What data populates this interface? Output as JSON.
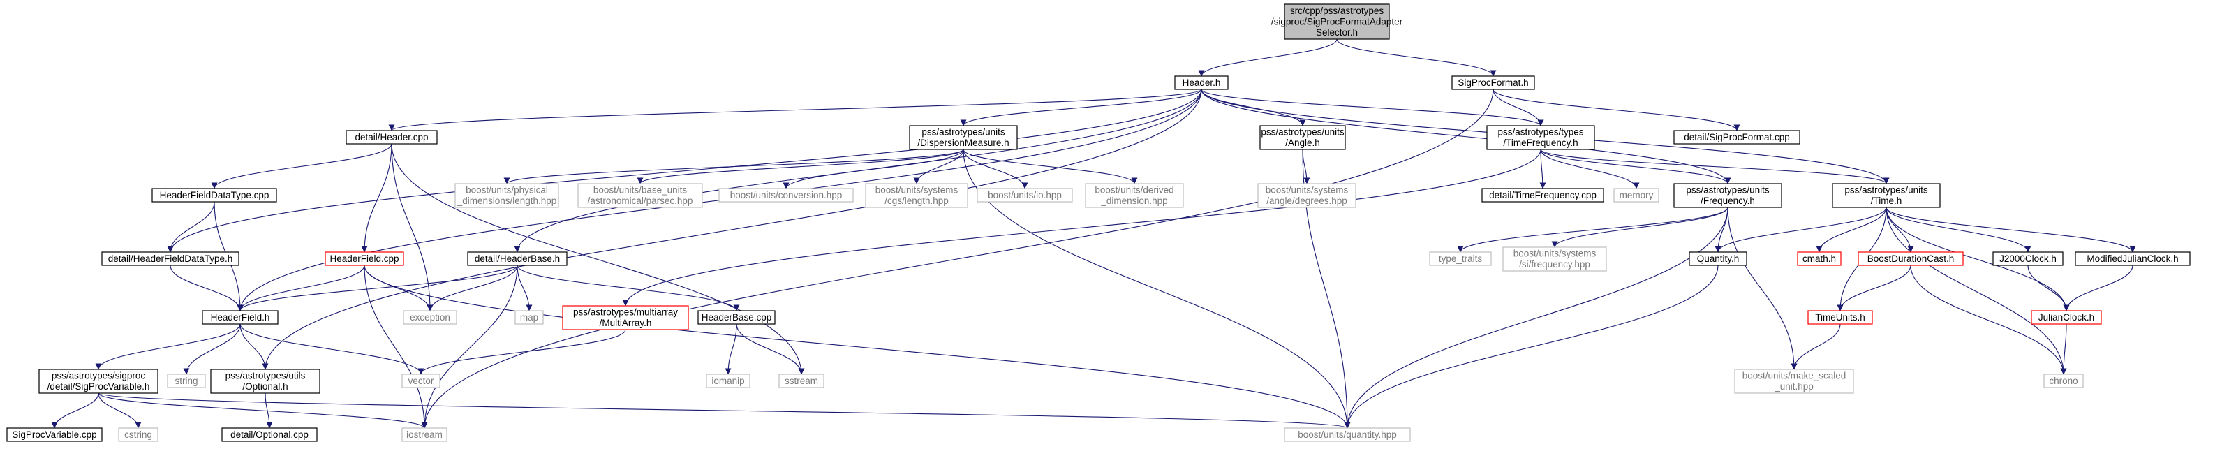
{
  "graph": {
    "nodes": [
      {
        "id": "root",
        "lines": [
          "src/cpp/pss/astrotypes",
          "/sigproc/SigProcFormatAdapter",
          "Selector.h"
        ],
        "style": "root"
      },
      {
        "id": "header_h",
        "lines": [
          "Header.h"
        ],
        "style": "normal"
      },
      {
        "id": "sigprocformat_h",
        "lines": [
          "SigProcFormat.h"
        ],
        "style": "normal"
      },
      {
        "id": "detail_header_cpp",
        "lines": [
          "detail/Header.cpp"
        ],
        "style": "normal"
      },
      {
        "id": "dispersion_h",
        "lines": [
          "pss/astrotypes/units",
          "/DispersionMeasure.h"
        ],
        "style": "normal"
      },
      {
        "id": "angle_h",
        "lines": [
          "pss/astrotypes/units",
          "/Angle.h"
        ],
        "style": "normal"
      },
      {
        "id": "timefreq_h",
        "lines": [
          "pss/astrotypes/types",
          "/TimeFrequency.h"
        ],
        "style": "normal"
      },
      {
        "id": "detail_sigprocformat_cpp",
        "lines": [
          "detail/SigProcFormat.cpp"
        ],
        "style": "normal"
      },
      {
        "id": "hfdt_cpp",
        "lines": [
          "HeaderFieldDataType.cpp"
        ],
        "style": "normal"
      },
      {
        "id": "physical_length",
        "lines": [
          "boost/units/physical",
          "_dimensions/length.hpp"
        ],
        "style": "gray"
      },
      {
        "id": "parsec",
        "lines": [
          "boost/units/base_units",
          "/astronomical/parsec.hpp"
        ],
        "style": "gray"
      },
      {
        "id": "conversion",
        "lines": [
          "boost/units/conversion.hpp"
        ],
        "style": "gray"
      },
      {
        "id": "cgs_length",
        "lines": [
          "boost/units/systems",
          "/cgs/length.hpp"
        ],
        "style": "gray"
      },
      {
        "id": "io_hpp",
        "lines": [
          "boost/units/io.hpp"
        ],
        "style": "gray"
      },
      {
        "id": "derived_dim",
        "lines": [
          "boost/units/derived",
          "_dimension.hpp"
        ],
        "style": "gray"
      },
      {
        "id": "angle_degrees",
        "lines": [
          "boost/units/systems",
          "/angle/degrees.hpp"
        ],
        "style": "gray"
      },
      {
        "id": "detail_timefreq_cpp",
        "lines": [
          "detail/TimeFrequency.cpp"
        ],
        "style": "normal"
      },
      {
        "id": "memory",
        "lines": [
          "memory"
        ],
        "style": "gray"
      },
      {
        "id": "frequency_h",
        "lines": [
          "pss/astrotypes/units",
          "/Frequency.h"
        ],
        "style": "normal"
      },
      {
        "id": "time_h",
        "lines": [
          "pss/astrotypes/units",
          "/Time.h"
        ],
        "style": "normal"
      },
      {
        "id": "detail_hfdt_h",
        "lines": [
          "detail/HeaderFieldDataType.h"
        ],
        "style": "normal"
      },
      {
        "id": "headerfield_cpp",
        "lines": [
          "HeaderField.cpp"
        ],
        "style": "red"
      },
      {
        "id": "detail_headerbase_h",
        "lines": [
          "detail/HeaderBase.h"
        ],
        "style": "normal"
      },
      {
        "id": "type_traits",
        "lines": [
          "type_traits"
        ],
        "style": "gray"
      },
      {
        "id": "si_frequency",
        "lines": [
          "boost/units/systems",
          "/si/frequency.hpp"
        ],
        "style": "gray"
      },
      {
        "id": "quantity_h",
        "lines": [
          "Quantity.h"
        ],
        "style": "normal"
      },
      {
        "id": "cmath_h",
        "lines": [
          "cmath.h"
        ],
        "style": "red"
      },
      {
        "id": "boostdurationcast_h",
        "lines": [
          "BoostDurationCast.h"
        ],
        "style": "red"
      },
      {
        "id": "j2000clock_h",
        "lines": [
          "J2000Clock.h"
        ],
        "style": "normal"
      },
      {
        "id": "mjdclock_h",
        "lines": [
          "ModifiedJulianClock.h"
        ],
        "style": "normal"
      },
      {
        "id": "headerfield_h",
        "lines": [
          "HeaderField.h"
        ],
        "style": "normal"
      },
      {
        "id": "exception",
        "lines": [
          "exception"
        ],
        "style": "gray"
      },
      {
        "id": "map",
        "lines": [
          "map"
        ],
        "style": "gray"
      },
      {
        "id": "multiarray_h",
        "lines": [
          "pss/astrotypes/multiarray",
          "/MultiArray.h"
        ],
        "style": "red"
      },
      {
        "id": "headerbase_cpp",
        "lines": [
          "HeaderBase.cpp"
        ],
        "style": "normal"
      },
      {
        "id": "timeunits_h",
        "lines": [
          "TimeUnits.h"
        ],
        "style": "red"
      },
      {
        "id": "julianclock_h",
        "lines": [
          "JulianClock.h"
        ],
        "style": "red"
      },
      {
        "id": "sigprocvariable_h",
        "lines": [
          "pss/astrotypes/sigproc",
          "/detail/SigProcVariable.h"
        ],
        "style": "normal"
      },
      {
        "id": "string",
        "lines": [
          "string"
        ],
        "style": "gray"
      },
      {
        "id": "optional_h",
        "lines": [
          "pss/astrotypes/utils",
          "/Optional.h"
        ],
        "style": "normal"
      },
      {
        "id": "vector",
        "lines": [
          "vector"
        ],
        "style": "gray"
      },
      {
        "id": "iomanip",
        "lines": [
          "iomanip"
        ],
        "style": "gray"
      },
      {
        "id": "sstream",
        "lines": [
          "sstream"
        ],
        "style": "gray"
      },
      {
        "id": "make_scaled_unit",
        "lines": [
          "boost/units/make_scaled",
          "_unit.hpp"
        ],
        "style": "gray"
      },
      {
        "id": "chrono",
        "lines": [
          "chrono"
        ],
        "style": "gray"
      },
      {
        "id": "sigprocvariable_cpp",
        "lines": [
          "SigProcVariable.cpp"
        ],
        "style": "normal"
      },
      {
        "id": "cstring",
        "lines": [
          "cstring"
        ],
        "style": "gray"
      },
      {
        "id": "detail_optional_cpp",
        "lines": [
          "detail/Optional.cpp"
        ],
        "style": "normal"
      },
      {
        "id": "iostream",
        "lines": [
          "iostream"
        ],
        "style": "gray"
      },
      {
        "id": "quantity_hpp",
        "lines": [
          "boost/units/quantity.hpp"
        ],
        "style": "gray"
      }
    ],
    "edges": [
      [
        "root",
        "header_h"
      ],
      [
        "root",
        "sigprocformat_h"
      ],
      [
        "header_h",
        "detail_header_cpp"
      ],
      [
        "header_h",
        "dispersion_h"
      ],
      [
        "header_h",
        "angle_h"
      ],
      [
        "header_h",
        "timefreq_h"
      ],
      [
        "header_h",
        "frequency_h"
      ],
      [
        "header_h",
        "time_h"
      ],
      [
        "header_h",
        "detail_hfdt_h"
      ],
      [
        "header_h",
        "detail_headerbase_h"
      ],
      [
        "header_h",
        "headerfield_h"
      ],
      [
        "header_h",
        "optional_h"
      ],
      [
        "sigprocformat_h",
        "timefreq_h"
      ],
      [
        "sigprocformat_h",
        "detail_sigprocformat_cpp"
      ],
      [
        "sigprocformat_h",
        "iostream"
      ],
      [
        "detail_header_cpp",
        "hfdt_cpp"
      ],
      [
        "detail_header_cpp",
        "headerfield_cpp"
      ],
      [
        "detail_header_cpp",
        "exception"
      ],
      [
        "detail_header_cpp",
        "sstream"
      ],
      [
        "dispersion_h",
        "physical_length"
      ],
      [
        "dispersion_h",
        "parsec"
      ],
      [
        "dispersion_h",
        "conversion"
      ],
      [
        "dispersion_h",
        "cgs_length"
      ],
      [
        "dispersion_h",
        "io_hpp"
      ],
      [
        "dispersion_h",
        "derived_dim"
      ],
      [
        "dispersion_h",
        "quantity_hpp"
      ],
      [
        "angle_h",
        "angle_degrees"
      ],
      [
        "angle_h",
        "quantity_hpp"
      ],
      [
        "timefreq_h",
        "detail_timefreq_cpp"
      ],
      [
        "timefreq_h",
        "memory"
      ],
      [
        "timefreq_h",
        "frequency_h"
      ],
      [
        "timefreq_h",
        "time_h"
      ],
      [
        "timefreq_h",
        "multiarray_h"
      ],
      [
        "hfdt_cpp",
        "detail_hfdt_h"
      ],
      [
        "hfdt_cpp",
        "headerfield_h"
      ],
      [
        "detail_hfdt_h",
        "headerfield_h"
      ],
      [
        "headerfield_cpp",
        "headerfield_h"
      ],
      [
        "headerfield_cpp",
        "exception"
      ],
      [
        "headerfield_cpp",
        "iostream"
      ],
      [
        "headerfield_cpp",
        "quantity_hpp"
      ],
      [
        "detail_headerbase_h",
        "headerfield_h"
      ],
      [
        "detail_headerbase_h",
        "exception"
      ],
      [
        "detail_headerbase_h",
        "map"
      ],
      [
        "detail_headerbase_h",
        "headerbase_cpp"
      ],
      [
        "detail_headerbase_h",
        "iostream"
      ],
      [
        "frequency_h",
        "type_traits"
      ],
      [
        "frequency_h",
        "si_frequency"
      ],
      [
        "frequency_h",
        "quantity_h"
      ],
      [
        "frequency_h",
        "make_scaled_unit"
      ],
      [
        "frequency_h",
        "quantity_hpp"
      ],
      [
        "time_h",
        "quantity_h"
      ],
      [
        "time_h",
        "cmath_h"
      ],
      [
        "time_h",
        "boostdurationcast_h"
      ],
      [
        "time_h",
        "j2000clock_h"
      ],
      [
        "time_h",
        "mjdclock_h"
      ],
      [
        "time_h",
        "timeunits_h"
      ],
      [
        "time_h",
        "julianclock_h"
      ],
      [
        "time_h",
        "chrono"
      ],
      [
        "quantity_h",
        "quantity_hpp"
      ],
      [
        "boostdurationcast_h",
        "timeunits_h"
      ],
      [
        "boostdurationcast_h",
        "chrono"
      ],
      [
        "j2000clock_h",
        "julianclock_h"
      ],
      [
        "mjdclock_h",
        "julianclock_h"
      ],
      [
        "timeunits_h",
        "make_scaled_unit"
      ],
      [
        "julianclock_h",
        "chrono"
      ],
      [
        "headerfield_h",
        "sigprocvariable_h"
      ],
      [
        "headerfield_h",
        "string"
      ],
      [
        "headerfield_h",
        "optional_h"
      ],
      [
        "headerfield_h",
        "vector"
      ],
      [
        "multiarray_h",
        "vector"
      ],
      [
        "headerbase_cpp",
        "iomanip"
      ],
      [
        "headerbase_cpp",
        "sstream"
      ],
      [
        "optional_h",
        "detail_optional_cpp"
      ],
      [
        "sigprocvariable_h",
        "sigprocvariable_cpp"
      ],
      [
        "sigprocvariable_h",
        "cstring"
      ],
      [
        "sigprocvariable_h",
        "iostream"
      ],
      [
        "sigprocvariable_h",
        "quantity_hpp"
      ]
    ],
    "colors": {
      "edge": "#191970",
      "normal_border": "#000000",
      "normal_fill": "#ffffff",
      "gray_border": "#bfbfbf",
      "gray_text": "#7a7a7a",
      "red_border": "#ff0000",
      "root_fill": "#bfbfbf"
    }
  }
}
